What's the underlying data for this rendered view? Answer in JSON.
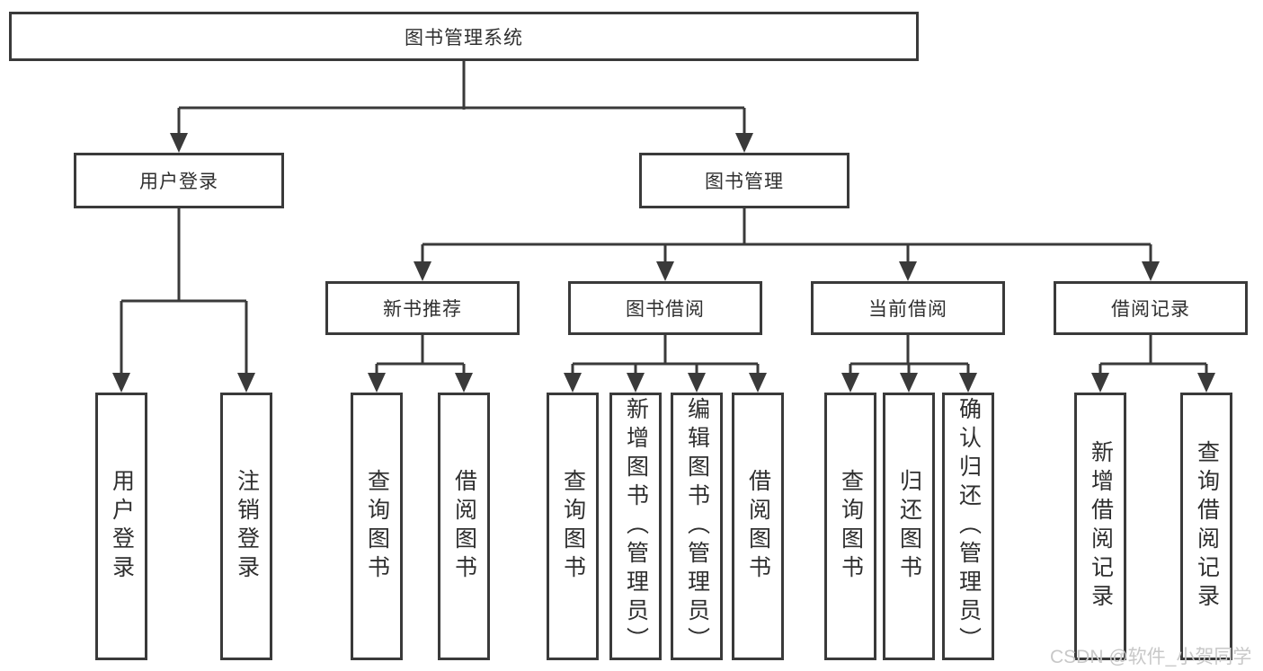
{
  "tree": {
    "label": "图书管理系统",
    "children": [
      {
        "label": "用户登录",
        "children": [
          {
            "label": "用户登录"
          },
          {
            "label": "注销登录"
          }
        ]
      },
      {
        "label": "图书管理",
        "children": [
          {
            "label": "新书推荐",
            "children": [
              {
                "label": "查询图书"
              },
              {
                "label": "借阅图书"
              }
            ]
          },
          {
            "label": "图书借阅",
            "children": [
              {
                "label": "查询图书"
              },
              {
                "label": "新增图书（管理员）"
              },
              {
                "label": "编辑图书（管理员）"
              },
              {
                "label": "借阅图书"
              }
            ]
          },
          {
            "label": "当前借阅",
            "children": [
              {
                "label": "查询图书"
              },
              {
                "label": "归还图书"
              },
              {
                "label": "确认归还（管理员）"
              }
            ]
          },
          {
            "label": "借阅记录",
            "children": [
              {
                "label": "新增借阅记录"
              },
              {
                "label": "查询借阅记录"
              }
            ]
          }
        ]
      }
    ]
  },
  "watermark": {
    "text": "CSDN @软件_小贺同学"
  },
  "colors": {
    "line": "#3a3a3a",
    "box_border": "#3a3a3a",
    "text": "#2f2f2f",
    "watermark": "#c8c8c8",
    "background": "#ffffff"
  }
}
